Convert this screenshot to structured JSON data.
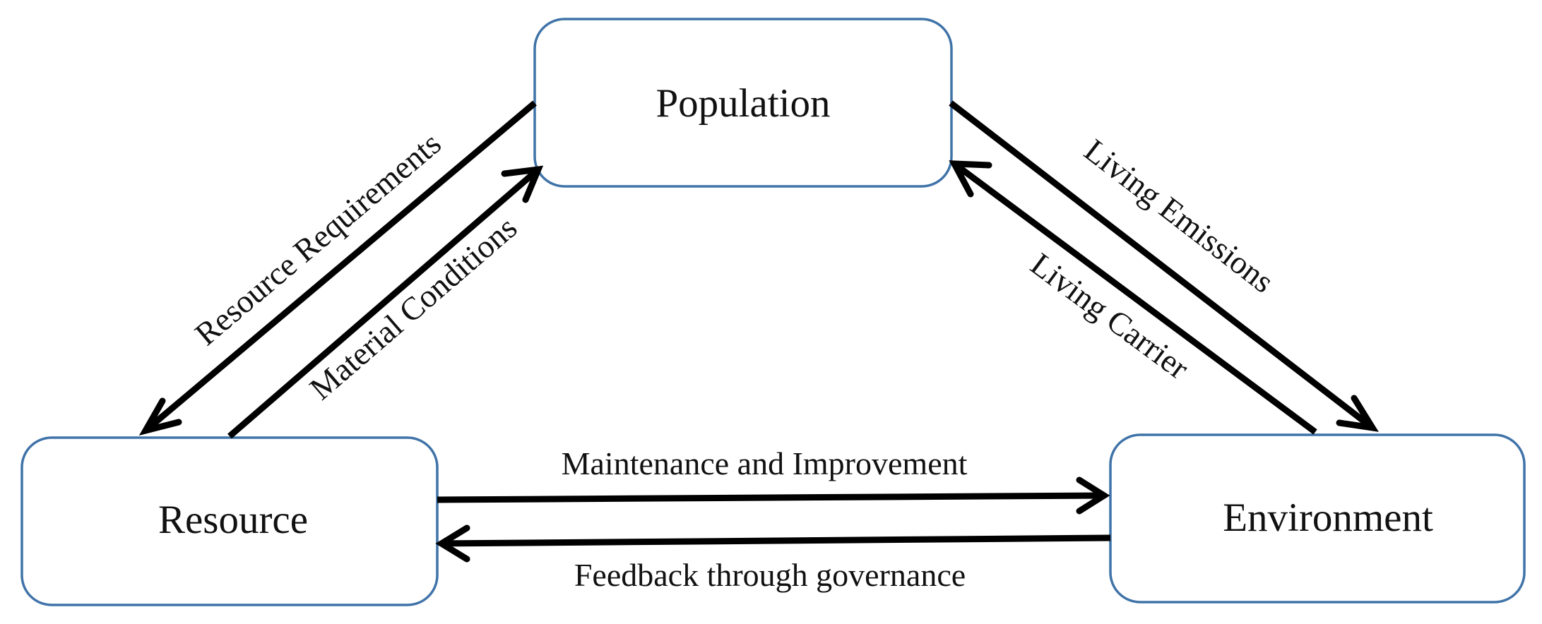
{
  "nodes": {
    "population": "Population",
    "resource": "Resource",
    "environment": "Environment"
  },
  "edges": {
    "resource_requirements": "Resource Requirements",
    "material_conditions": "Material Conditions",
    "living_emissions": "Living Emissions",
    "living_carrier": "Living Carrier",
    "maintenance_and_improvement": "Maintenance and Improvement",
    "feedback_through_governance": "Feedback through governance"
  },
  "colors": {
    "node_border": "#3f73a8",
    "arrow": "#000000",
    "text": "#111111"
  }
}
